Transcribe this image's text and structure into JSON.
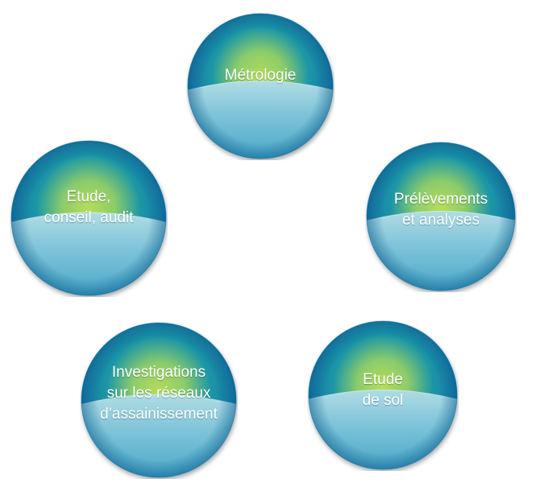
{
  "diagram": {
    "nodes": [
      {
        "id": "metrologie",
        "lines": [
          "Métrologie"
        ]
      },
      {
        "id": "prelevements",
        "lines": [
          "Prélèvements",
          "et analyses"
        ]
      },
      {
        "id": "etude-sol",
        "lines": [
          "Etude",
          "de sol"
        ]
      },
      {
        "id": "investigations",
        "lines": [
          "Investigations",
          "sur les réseaux",
          "d’assainissement"
        ]
      },
      {
        "id": "etude-conseil",
        "lines": [
          "Etude,",
          "conseil, audit"
        ]
      }
    ],
    "colors": {
      "rim": "#1574a8",
      "mid": "#1b96a6",
      "glow": "#b6dc5a",
      "lower_top": "#b0dce4",
      "lower_bottom": "#4aa8c8",
      "text": "#ffffff"
    }
  }
}
